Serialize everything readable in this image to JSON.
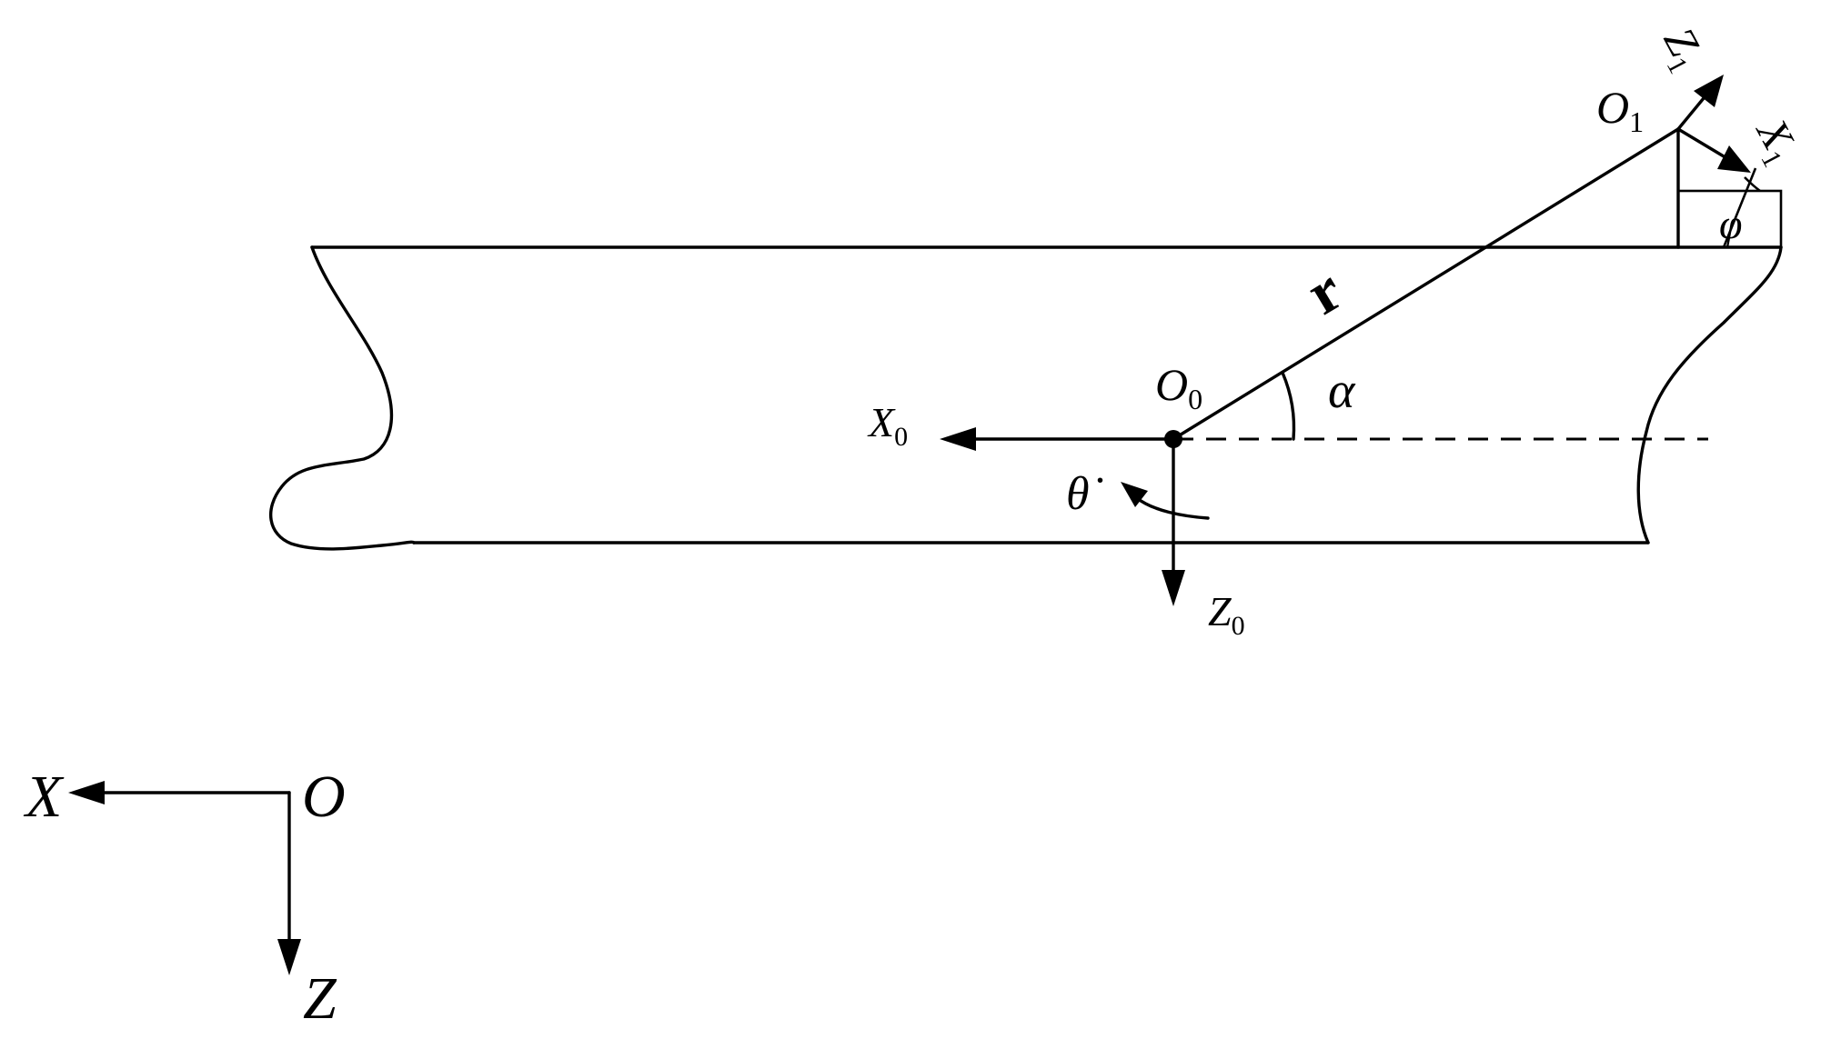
{
  "labels": {
    "O1_main": "O",
    "O1_sub": "1",
    "Z1_main": "Z",
    "Z1_sub": "1",
    "X1_main": "X",
    "X1_sub": "1",
    "phi": "φ",
    "r": "r",
    "O0_main": "O",
    "O0_sub": "0",
    "alpha": "α",
    "X0_main": "X",
    "X0_sub": "0",
    "theta_dot": "θ̇",
    "Z0_main": "Z",
    "Z0_sub": "0",
    "X": "X",
    "O": "O",
    "Z": "Z"
  }
}
